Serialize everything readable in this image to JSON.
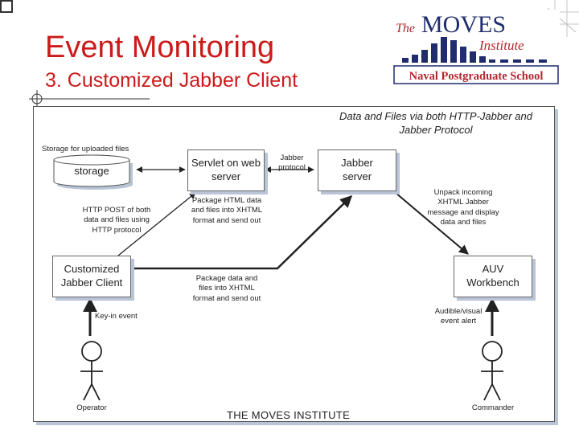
{
  "slide": {
    "title": "Event Monitoring",
    "subtitle": "3. Customized Jabber Client"
  },
  "logo": {
    "the": "The",
    "moves": "MOVES",
    "institute": "Institute",
    "school": "Naval Postgraduate School"
  },
  "diagram": {
    "top_caption": "Data and Files via both HTTP-Jabber and Jabber Protocol",
    "storage_label": "Storage for uploaded files",
    "storage": "storage",
    "servlet": "Servlet on web server",
    "jabber_protocol": "Jabber protocol",
    "jabber_server": "Jabber server",
    "http_post_note": "HTTP POST of both data and files using HTTP protocol",
    "package_html_note": "Package HTML data and files into XHTML format and send out",
    "unpack_note": "Unpack incoming XHTML Jabber message and display data and files",
    "client": "Customized Jabber Client",
    "package_data_note": "Package data and files into XHTML format and send out",
    "auv": "AUV Workbench",
    "keyin": "Key-in event",
    "audible": "Audible/visual event alert",
    "operator": "Operator",
    "commander": "Commander",
    "footer": "THE MOVES INSTITUTE"
  },
  "colors": {
    "title": "#cc1a1a",
    "logo_navy": "#1f2d6e",
    "logo_red": "#b3262e",
    "shadow": "#b9c4d6"
  }
}
